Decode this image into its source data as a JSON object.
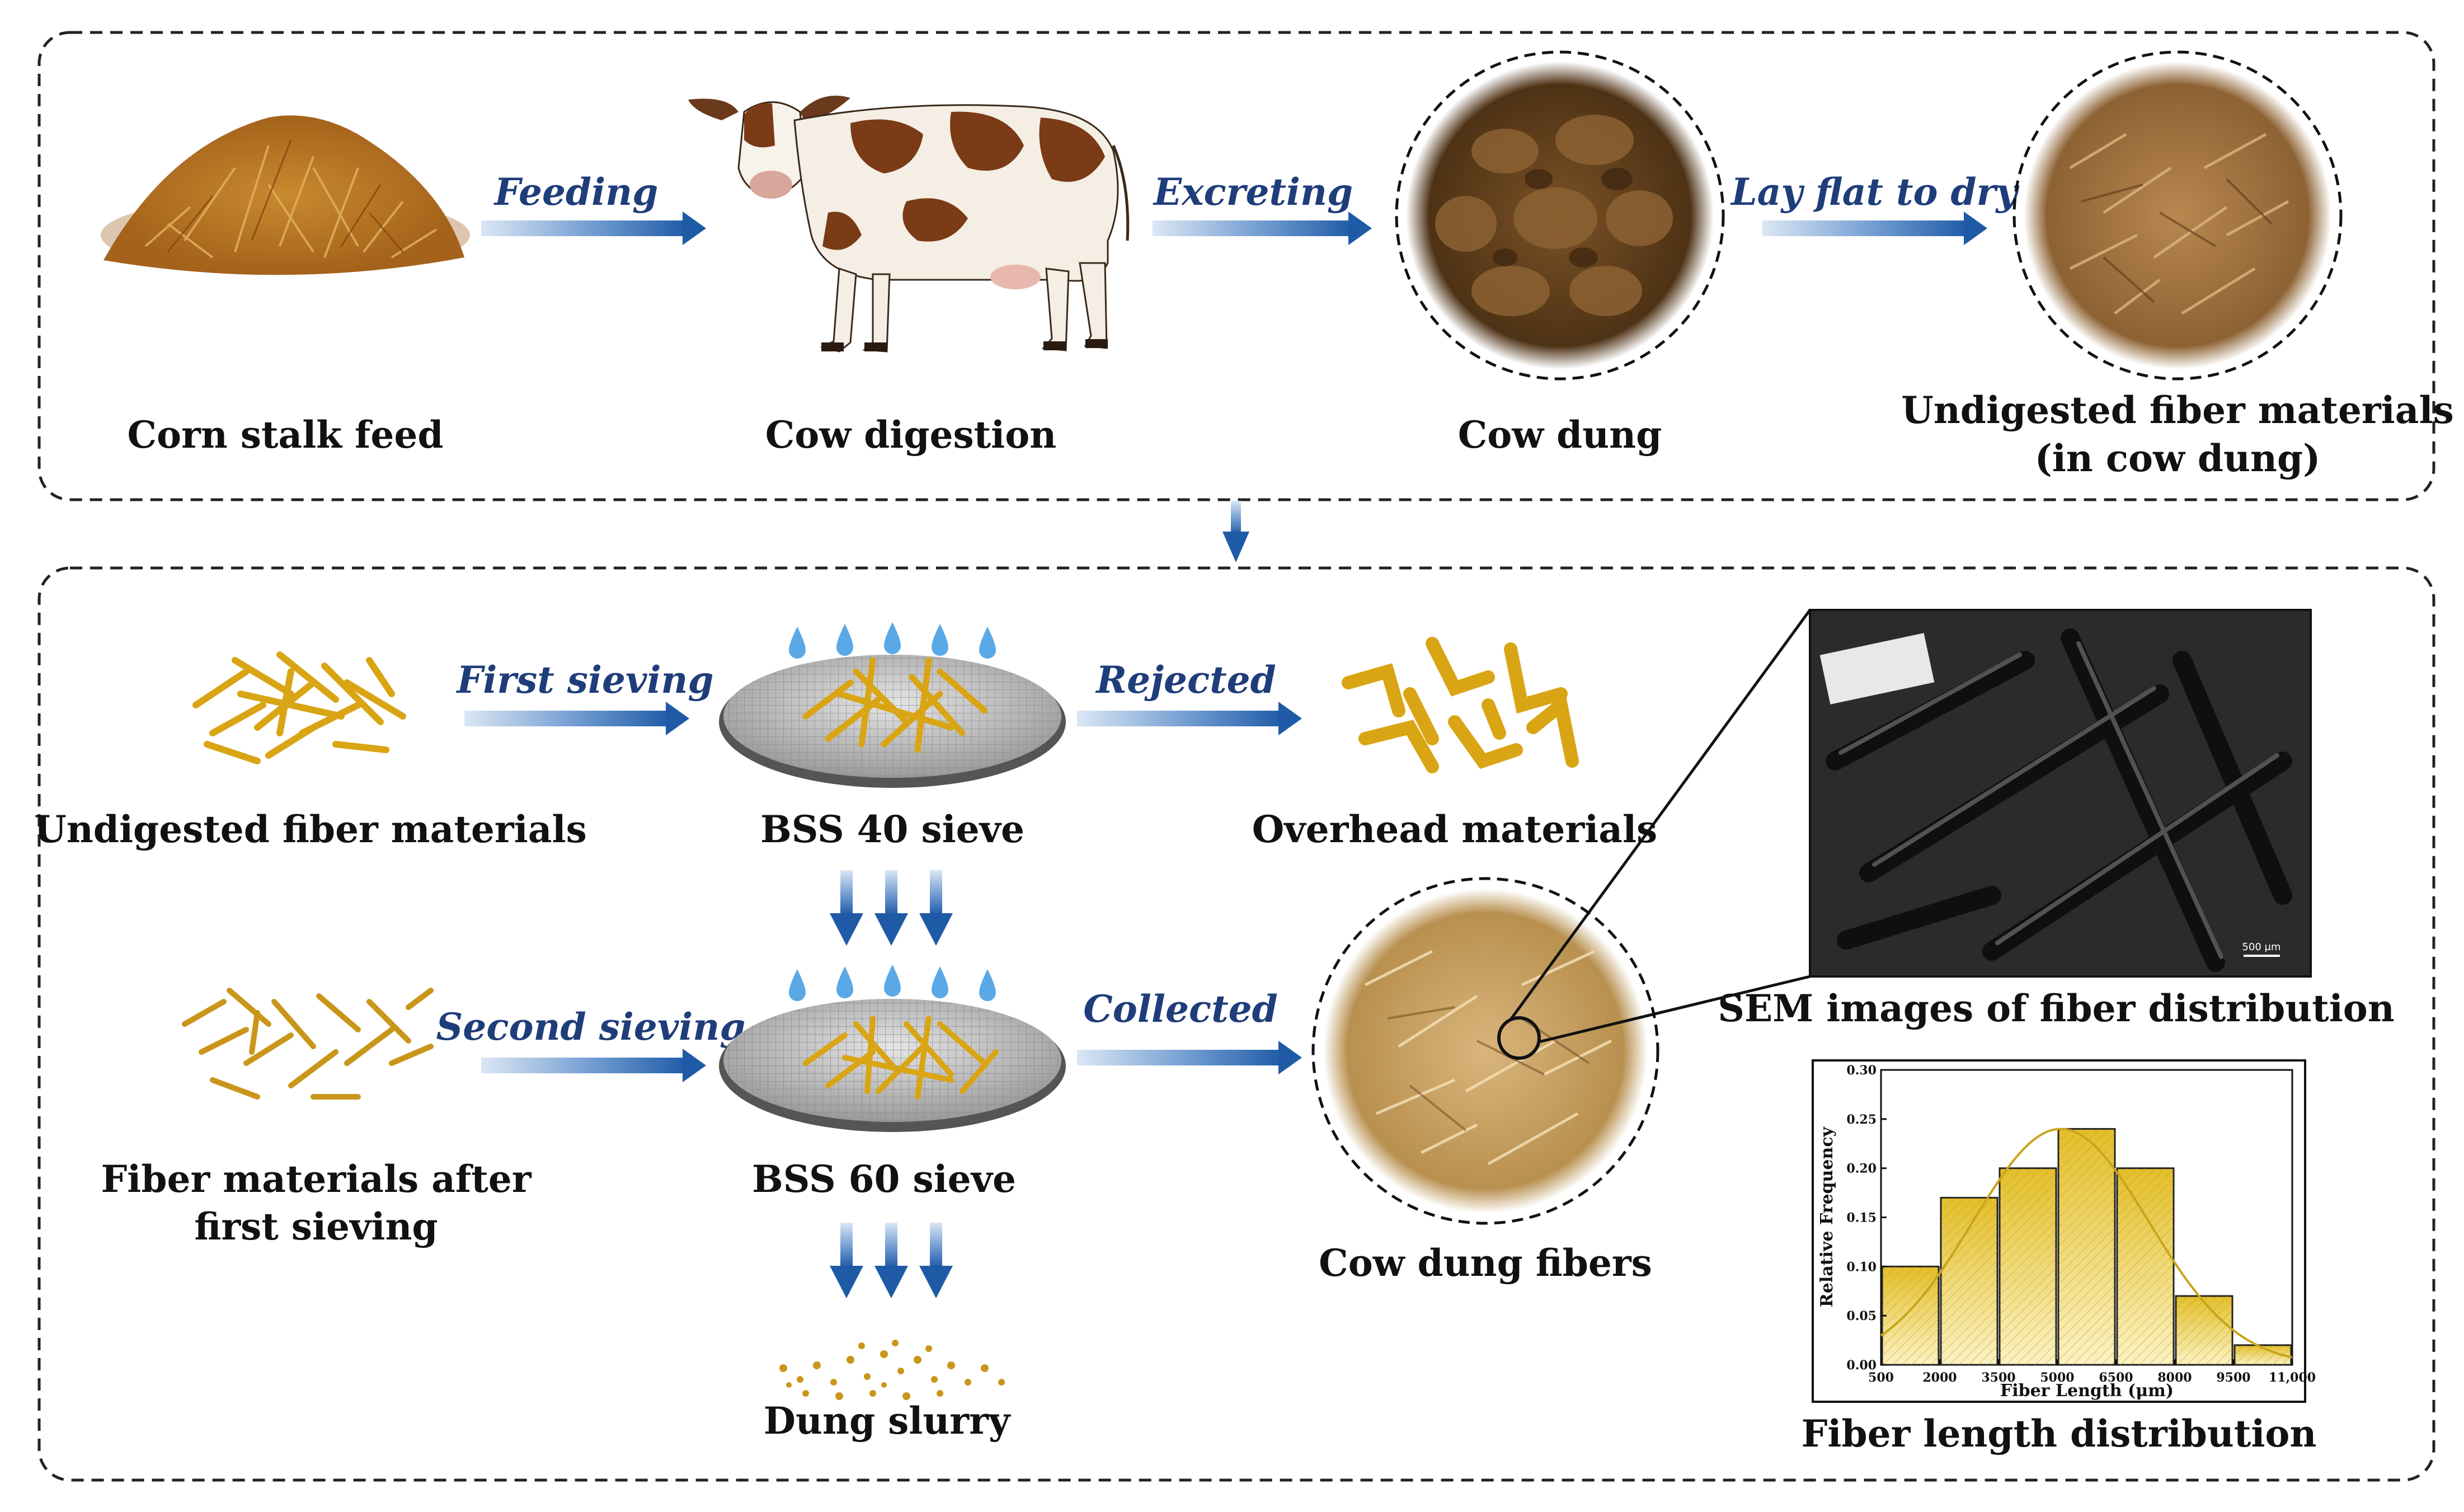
{
  "top_panel": {
    "corn_stalk_feed": "Corn stalk feed",
    "cow_digestion": "Cow digestion",
    "cow_dung": "Cow dung",
    "undigested_line1": "Undigested fiber materials",
    "undigested_line2": "(in cow dung)",
    "arrow_feeding": "Feeding",
    "arrow_excreting": "Excreting",
    "arrow_dry": "Lay flat to dry"
  },
  "bottom_panel": {
    "undigested_fiber": "Undigested fiber materials",
    "bss40": "BSS 40 sieve",
    "overhead": "Overhead materials",
    "after_first_line1": "Fiber materials after",
    "after_first_line2": "first sieving",
    "bss60": "BSS 60 sieve",
    "cow_dung_fibers": "Cow dung fibers",
    "dung_slurry": "Dung slurry",
    "sem_caption": "SEM images of fiber distribution",
    "sem_scale": "500 μm",
    "hist_caption": "Fiber length distribution",
    "arrow_first": "First sieving",
    "arrow_rejected": "Rejected",
    "arrow_second": "Second sieving",
    "arrow_collected": "Collected"
  },
  "colors": {
    "arrow_blue": "#1f5aa6",
    "fiber_gold": "#d9a514",
    "bar_fill": "#e8c93c",
    "dung_brown": "#6b4a22",
    "label_blue": "#1f3d7a"
  },
  "chart_data": {
    "type": "bar",
    "title": "",
    "xlabel": "Fiber Length (μm)",
    "ylabel": "Relative Frequency",
    "x_ticks": [
      "500",
      "2000",
      "3500",
      "5000",
      "6500",
      "8000",
      "9500",
      "11,000"
    ],
    "y_ticks": [
      "0.00",
      "0.05",
      "0.10",
      "0.15",
      "0.20",
      "0.25",
      "0.30"
    ],
    "ylim": [
      0,
      0.3
    ],
    "xlim": [
      500,
      11000
    ],
    "bins": [
      [
        500,
        2000
      ],
      [
        2000,
        3500
      ],
      [
        3500,
        5000
      ],
      [
        5000,
        6500
      ],
      [
        6500,
        8000
      ],
      [
        8000,
        9500
      ],
      [
        9500,
        11000
      ]
    ],
    "values": [
      0.1,
      0.17,
      0.2,
      0.24,
      0.2,
      0.07,
      0.02
    ],
    "fit_curve": "normal",
    "grid": false
  }
}
